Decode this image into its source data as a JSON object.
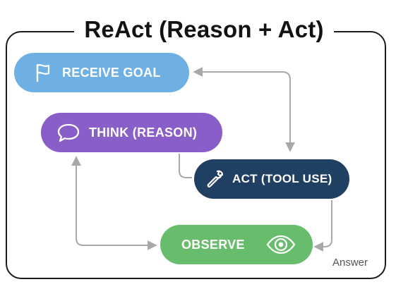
{
  "title": "ReAct (Reason + Act)",
  "steps": {
    "receive_goal": {
      "label": "RECEIVE GOAL",
      "icon": "flag-icon",
      "color": "#6eb0e4"
    },
    "think": {
      "label": "THINK (REASON)",
      "icon": "speech-bubble-icon",
      "color": "#8a5ec8"
    },
    "act": {
      "label": "ACT (TOOL USE)",
      "icon": "wrench-icon",
      "color": "#1f3f63"
    },
    "observe": {
      "label": "OBSERVE",
      "icon": "eye-icon",
      "color": "#67bd6c"
    }
  },
  "answer": "Answer"
}
